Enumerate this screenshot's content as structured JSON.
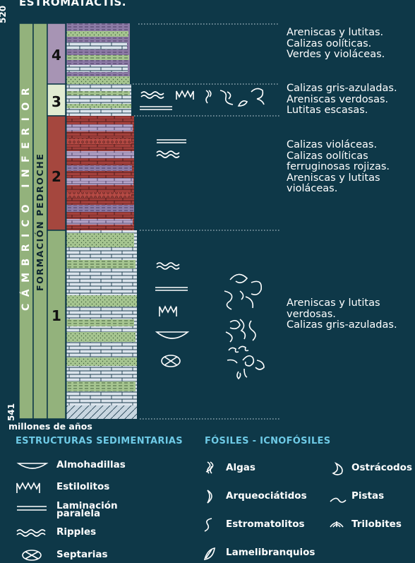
{
  "title": "ESTROMATACTIS.",
  "age_top": "520",
  "age_bottom": "541",
  "age_unit": "millones de años",
  "era_label": "CÁMBRICO INFERIOR",
  "formation_label": "FORMACIÓN PEDROCHE",
  "units": [
    "4",
    "3",
    "2",
    "1"
  ],
  "descriptions": [
    {
      "lines": [
        "Areniscas y lutitas.",
        "Calizas oolíticas.",
        "Verdes y violáceas."
      ]
    },
    {
      "lines": [
        "Calizas gris-azuladas.",
        "Areniscas verdosas.",
        "Lutitas escasas."
      ]
    },
    {
      "lines": [
        "Calizas violáceas.",
        "Calizas oolíticas",
        "ferruginosas rojizas.",
        "Areniscas y lutitas",
        "violáceas."
      ]
    },
    {
      "lines": [
        "Areniscas y lutitas",
        "verdosas.",
        "Calizas gris-azuladas."
      ]
    }
  ],
  "legend": {
    "structures_title": "ESTRUCTURAS SEDIMENTARIAS",
    "structures": [
      "Almohadillas",
      "Estilolitos",
      "Laminación",
      "paralela",
      "Ripples",
      "Septarias"
    ],
    "fossils_title": "FÓSILES - ICNOFÓSILES",
    "fossils": [
      "Algas",
      "Arqueociátidos",
      "Estromatolitos",
      "Lamelibranquios",
      "Ostrácodos",
      "Pistas",
      "Trilobites"
    ]
  },
  "colors": {
    "background": "#0e3848",
    "era_column": "#93b27c",
    "unit4": "#a794b4",
    "unit3": "#e1ecd2",
    "unit2": "#a5473e",
    "unit1": "#93b27c",
    "legend_heading": "#6ecae6"
  }
}
